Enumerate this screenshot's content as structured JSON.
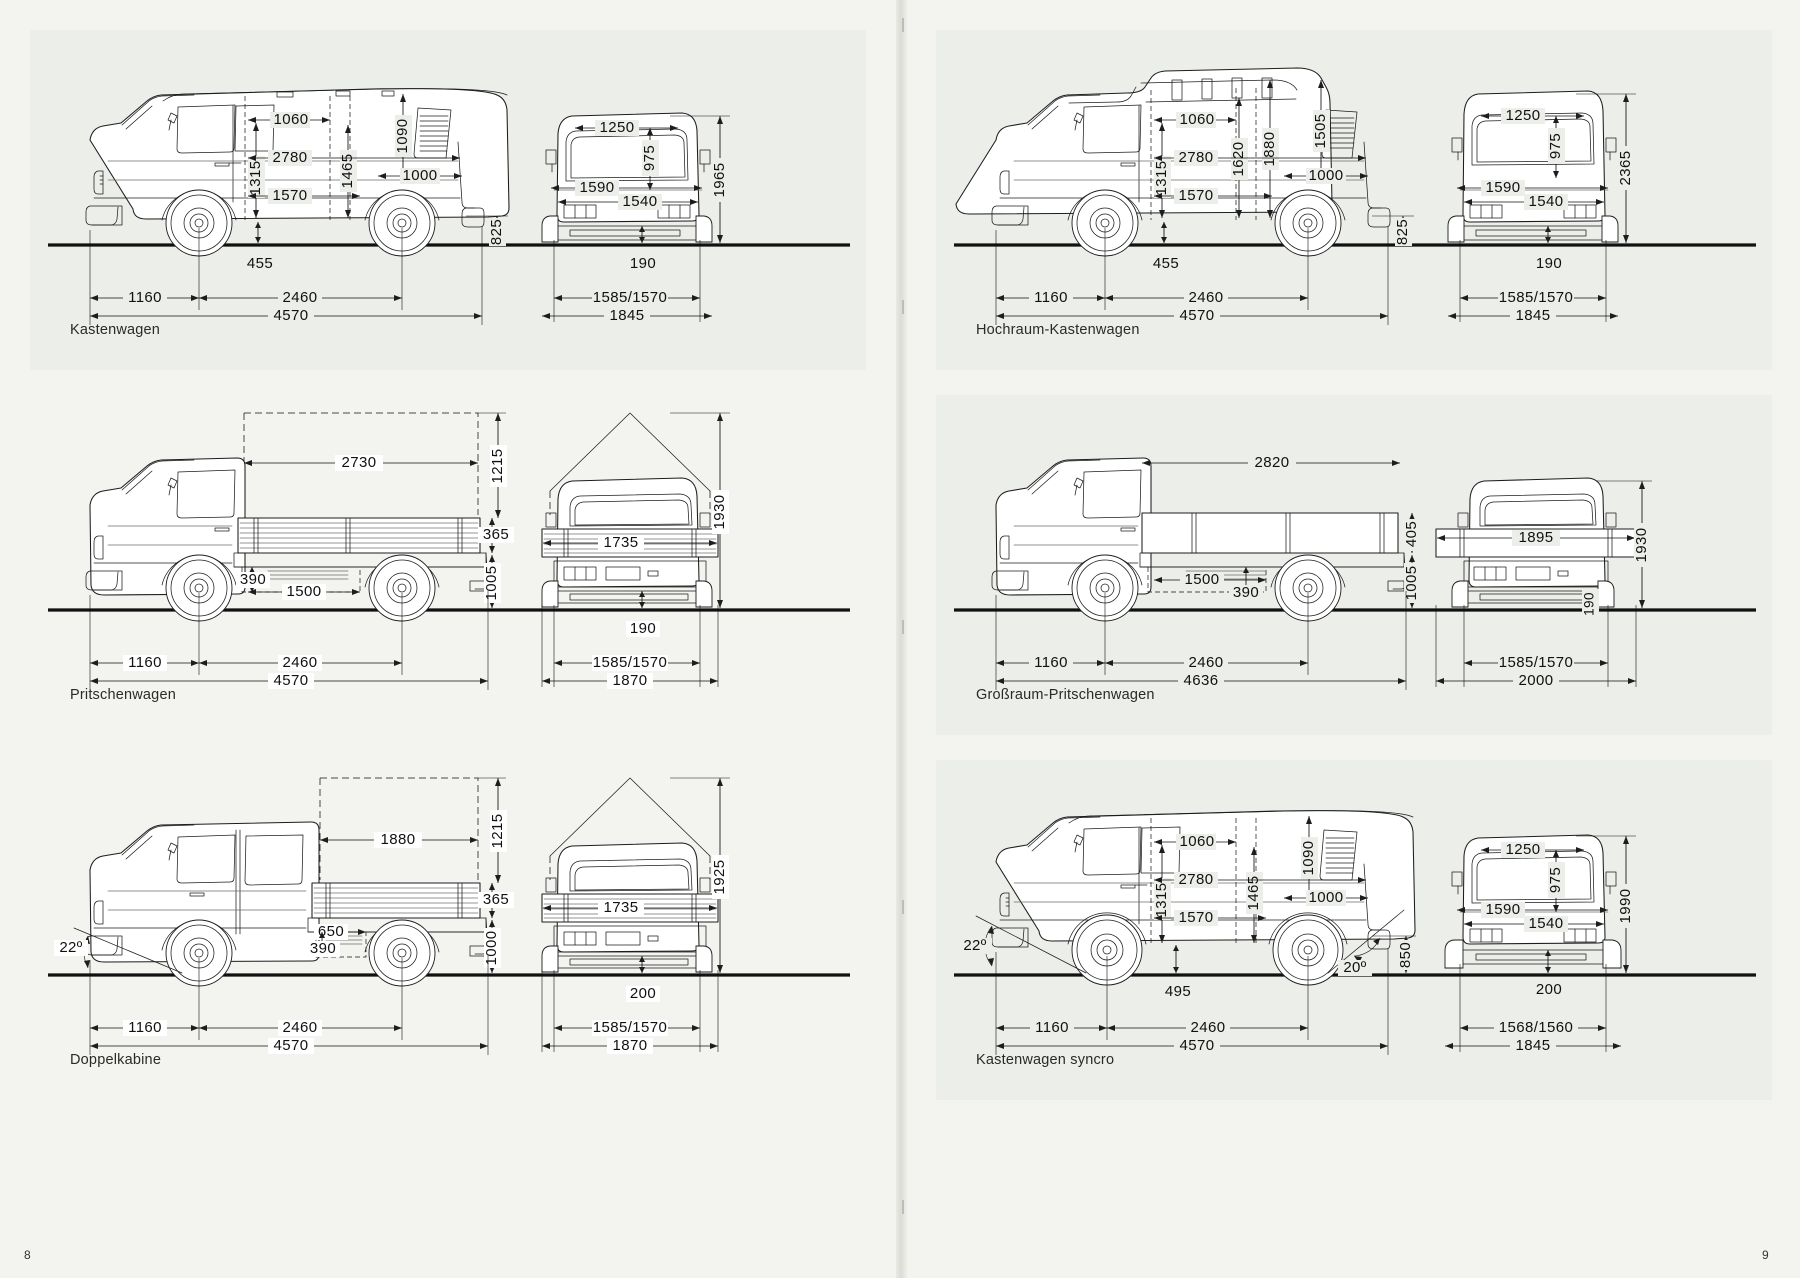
{
  "document": {
    "type": "technical-specification-brochure",
    "subject": "VW Transporter T3 model variants — exterior and cargo dimensions in mm",
    "left_folio": "8",
    "right_folio": "9",
    "background_color": "#f2f2ee",
    "panel_color": "#eceee9",
    "ink_color": "#1d1d1d"
  },
  "panels": [
    {
      "id": "kastenwagen",
      "caption": "Kastenwagen",
      "column": "left",
      "row": 1,
      "side_view": {
        "dims": [
          "1060",
          "1315",
          "1465",
          "1090",
          "2780",
          "1000",
          "1570",
          "455",
          "1160",
          "2460",
          "4570"
        ],
        "labels": {
          "cargo_width_top": "1060",
          "cargo_height_front": "1315",
          "cargo_height_rear": "1465",
          "rear_door_height": "1090",
          "load_length": "2780",
          "rear_door_width": "1000",
          "side_door_length": "1570",
          "load_floor_height": "455",
          "front_overhang": "1160",
          "wheelbase": "2460",
          "overall_length": "4570"
        }
      },
      "rear_view": {
        "dims": [
          "1250",
          "975",
          "1590",
          "1540",
          "190",
          "825",
          "1965",
          "1585/1570",
          "1845"
        ],
        "labels": {
          "rear_door_opening_top": "1250",
          "rear_door_opening_height": "975",
          "interior_width_upper": "1590",
          "interior_width_lower": "1540",
          "ground_clearance": "190",
          "rear_sill_height": "825",
          "overall_height": "1965",
          "track_front_rear": "1585/1570",
          "overall_width": "1845"
        }
      }
    },
    {
      "id": "hochraum-kastenwagen",
      "caption": "Hochraum-Kastenwagen",
      "column": "right",
      "row": 1,
      "side_view": {
        "dims": [
          "1060",
          "1315",
          "1620",
          "1880",
          "1505",
          "2780",
          "1000",
          "1570",
          "455",
          "1160",
          "2460",
          "4570"
        ],
        "labels": {
          "cargo_width_top": "1060",
          "cargo_height_front": "1315",
          "cargo_height_mid": "1620",
          "cargo_height_high_roof": "1880",
          "rear_door_height": "1505",
          "load_length": "2780",
          "rear_door_width": "1000",
          "side_door_length": "1570",
          "load_floor_height": "455",
          "front_overhang": "1160",
          "wheelbase": "2460",
          "overall_length": "4570"
        }
      },
      "rear_view": {
        "dims": [
          "1250",
          "975",
          "1590",
          "1540",
          "190",
          "825",
          "2365",
          "1585/1570",
          "1845"
        ],
        "labels": {
          "rear_door_opening_top": "1250",
          "rear_door_opening_height": "975",
          "interior_width_upper": "1590",
          "interior_width_lower": "1540",
          "ground_clearance": "190",
          "rear_sill_height": "825",
          "overall_height": "2365",
          "track_front_rear": "1585/1570",
          "overall_width": "1845"
        }
      }
    },
    {
      "id": "pritschenwagen",
      "caption": "Pritschenwagen",
      "column": "left",
      "row": 2,
      "side_view": {
        "dims": [
          "2730",
          "1215",
          "365",
          "1005",
          "390",
          "1500",
          "1160",
          "2460",
          "4570"
        ],
        "labels": {
          "platform_length": "2730",
          "tarpaulin_height": "1215",
          "side_wall_height": "365",
          "platform_floor_height": "1005",
          "underfloor_box_height": "390",
          "underfloor_box_length": "1500",
          "front_overhang": "1160",
          "wheelbase": "2460",
          "overall_length": "4570"
        }
      },
      "rear_view": {
        "dims": [
          "1735",
          "1930",
          "190",
          "1585/1570",
          "1870"
        ],
        "labels": {
          "platform_width": "1735",
          "overall_height": "1930",
          "ground_clearance": "190",
          "track_front_rear": "1585/1570",
          "overall_width": "1870"
        }
      }
    },
    {
      "id": "grossraum-pritschenwagen",
      "caption": "Großraum-Pritschenwagen",
      "column": "right",
      "row": 2,
      "side_view": {
        "dims": [
          "2820",
          "405",
          "1005",
          "1500",
          "390",
          "1160",
          "2460",
          "4636"
        ],
        "labels": {
          "platform_length": "2820",
          "side_wall_height": "405",
          "platform_floor_height": "1005",
          "underfloor_box_length": "1500",
          "underfloor_box_height": "390",
          "front_overhang": "1160",
          "wheelbase": "2460",
          "overall_length": "4636"
        }
      },
      "rear_view": {
        "dims": [
          "1895",
          "1930",
          "190",
          "1585/1570",
          "2000"
        ],
        "labels": {
          "platform_width": "1895",
          "overall_height": "1930",
          "ground_clearance": "190",
          "track_front_rear": "1585/1570",
          "overall_width": "2000"
        }
      }
    },
    {
      "id": "doppelkabine",
      "caption": "Doppelkabine",
      "column": "left",
      "row": 3,
      "side_view": {
        "dims": [
          "1880",
          "1215",
          "365",
          "1000",
          "650",
          "390",
          "22º",
          "1160",
          "2460",
          "4570"
        ],
        "labels": {
          "platform_length": "1880",
          "tarpaulin_height": "1215",
          "side_wall_height": "365",
          "platform_floor_height": "1000",
          "underfloor_box_length": "650",
          "underfloor_box_height": "390",
          "approach_angle": "22º",
          "front_overhang": "1160",
          "wheelbase": "2460",
          "overall_length": "4570"
        }
      },
      "rear_view": {
        "dims": [
          "1735",
          "1925",
          "200",
          "1585/1570",
          "1870"
        ],
        "labels": {
          "platform_width": "1735",
          "overall_height": "1925",
          "ground_clearance": "200",
          "track_front_rear": "1585/1570",
          "overall_width": "1870"
        }
      }
    },
    {
      "id": "kastenwagen-syncro",
      "caption": "Kastenwagen syncro",
      "column": "right",
      "row": 3,
      "side_view": {
        "dims": [
          "1060",
          "1315",
          "1465",
          "1090",
          "2780",
          "1000",
          "1570",
          "495",
          "22º",
          "20º",
          "850",
          "1160",
          "2460",
          "4570"
        ],
        "labels": {
          "cargo_width_top": "1060",
          "cargo_height_front": "1315",
          "cargo_height_rear": "1465",
          "rear_door_height": "1090",
          "load_length": "2780",
          "rear_door_width": "1000",
          "side_door_length": "1570",
          "load_floor_height": "495",
          "approach_angle": "22º",
          "departure_angle": "20º",
          "rear_sill_height": "850",
          "front_overhang": "1160",
          "wheelbase": "2460",
          "overall_length": "4570"
        }
      },
      "rear_view": {
        "dims": [
          "1250",
          "975",
          "1590",
          "1540",
          "200",
          "1990",
          "1568/1560",
          "1845"
        ],
        "labels": {
          "rear_door_opening_top": "1250",
          "rear_door_opening_height": "975",
          "interior_width_upper": "1590",
          "interior_width_lower": "1540",
          "ground_clearance": "200",
          "overall_height": "1990",
          "track_front_rear": "1568/1560",
          "overall_width": "1845"
        }
      }
    }
  ]
}
